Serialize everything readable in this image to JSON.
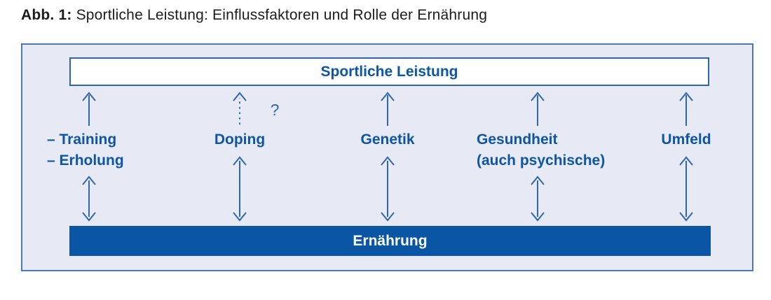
{
  "caption": {
    "label": "Abb. 1:",
    "text": "Sportliche Leistung: Einflussfaktoren und Rolle der Ernährung"
  },
  "diagram": {
    "top_box_label": "Sportliche Leistung",
    "bottom_bar_label": "Ernährung",
    "factors": [
      {
        "id": "training-erholung",
        "lines": [
          "– Training",
          "– Erholung"
        ]
      },
      {
        "id": "doping",
        "lines": [
          "Doping"
        ],
        "uncertainty_mark": "?"
      },
      {
        "id": "genetik",
        "lines": [
          "Genetik"
        ]
      },
      {
        "id": "gesundheit",
        "lines": [
          "Gesundheit",
          "(auch psychische)"
        ]
      },
      {
        "id": "umfeld",
        "lines": [
          "Umfeld"
        ]
      }
    ],
    "colors": {
      "panel_background": "#e7e9f4",
      "panel_border": "#4a78b8",
      "accent_text_blue": "#0d55a5",
      "bar_blue": "#0b56a4",
      "arrow_blue": "#2f67ae",
      "bar_text": "#ffffff",
      "caption_text": "#1c1c1c"
    }
  }
}
